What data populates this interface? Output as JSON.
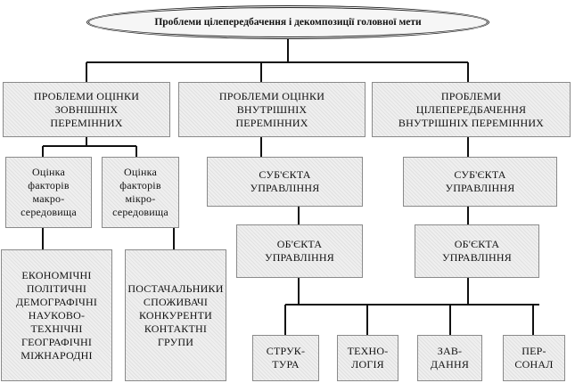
{
  "root": {
    "title": "Проблеми цілепередбачення і декомпозиції головної мети"
  },
  "level1": [
    {
      "label": "ПРОБЛЕМИ ОЦІНКИ\nЗОВНІШНІХ\nПЕРЕМІННИХ"
    },
    {
      "label": "ПРОБЛЕМИ ОЦІНКИ\nВНУТРІШНІХ\nПЕРЕМІННИХ"
    },
    {
      "label": "ПРОБЛЕМИ\nЦІЛЕПЕРЕДБАЧЕННЯ\nВНУТРІШНІХ ПЕРЕМІННИХ"
    }
  ],
  "external": {
    "macro": {
      "label": "Оцінка\nфакторів\nмакро-\nсередовища"
    },
    "micro": {
      "label": "Оцінка\nфакторів\nмікро-\nсередовища"
    },
    "macro_list": {
      "label": "ЕКОНОМІЧНІ\nПОЛІТИЧНІ\nДЕМОГРАФІЧНІ\nНАУКОВО-\nТЕХНІЧНІ\nГЕОГРАФІЧНІ\nМІЖНАРОДНІ"
    },
    "micro_list": {
      "label": "ПОСТАЧАЛЬНИКИ\nСПОЖИВАЧІ\nКОНКУРЕНТИ\nКОНТАКТНІ\nГРУПИ"
    }
  },
  "internal": {
    "subject": {
      "label": "СУБ'ЄКТА\nУПРАВЛІННЯ"
    },
    "object": {
      "label": "ОБ'ЄКТА\nУПРАВЛІННЯ"
    }
  },
  "forecast": {
    "subject": {
      "label": "СУБ'ЄКТА\nУПРАВЛІННЯ"
    },
    "object": {
      "label": "ОБ'ЄКТА\nУПРАВЛІННЯ"
    }
  },
  "components": [
    {
      "label": "СТРУК-\nТУРА"
    },
    {
      "label": "ТЕХНО-\nЛОГІЯ"
    },
    {
      "label": "ЗАВ-\nДАННЯ"
    },
    {
      "label": "ПЕР-\nСОНАЛ"
    }
  ]
}
